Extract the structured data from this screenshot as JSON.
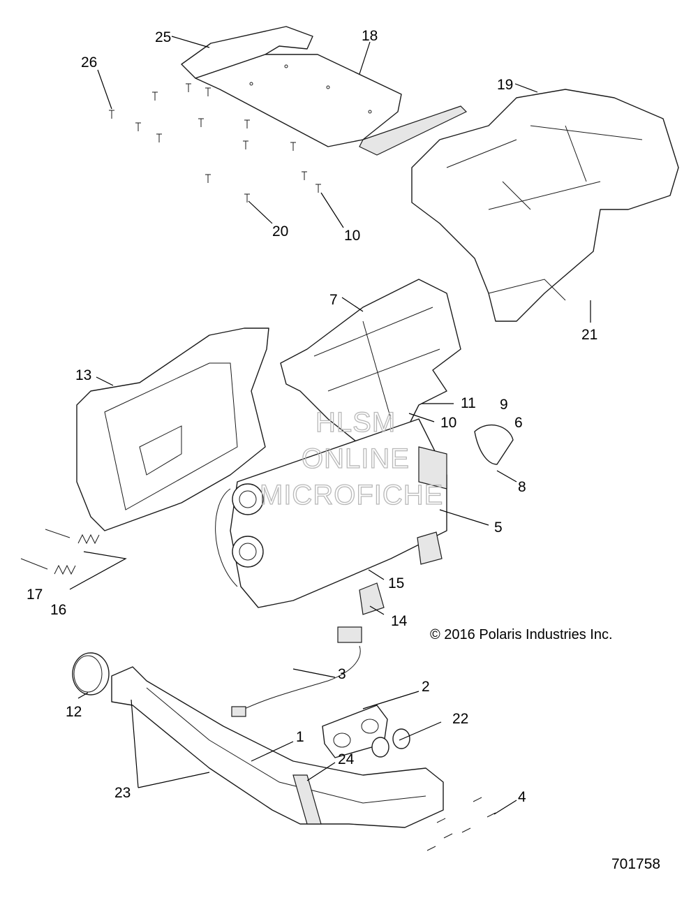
{
  "copyright": "© 2016 Polaris Industries Inc.",
  "diagram_id": "701758",
  "watermark": [
    "HLSM",
    "ONLINE",
    "MICROFICHE"
  ],
  "callouts": {
    "c1": "1",
    "c2": "2",
    "c3": "3",
    "c4": "4",
    "c5": "5",
    "c6": "6",
    "c7": "7",
    "c8": "8",
    "c9": "9",
    "c10a": "10",
    "c10b": "10",
    "c11": "11",
    "c12": "12",
    "c13": "13",
    "c14": "14",
    "c15": "15",
    "c16": "16",
    "c17": "17",
    "c18": "18",
    "c19": "19",
    "c20": "20",
    "c21": "21",
    "c22": "22",
    "c23": "23",
    "c24": "24",
    "c25": "25",
    "c26": "26"
  }
}
